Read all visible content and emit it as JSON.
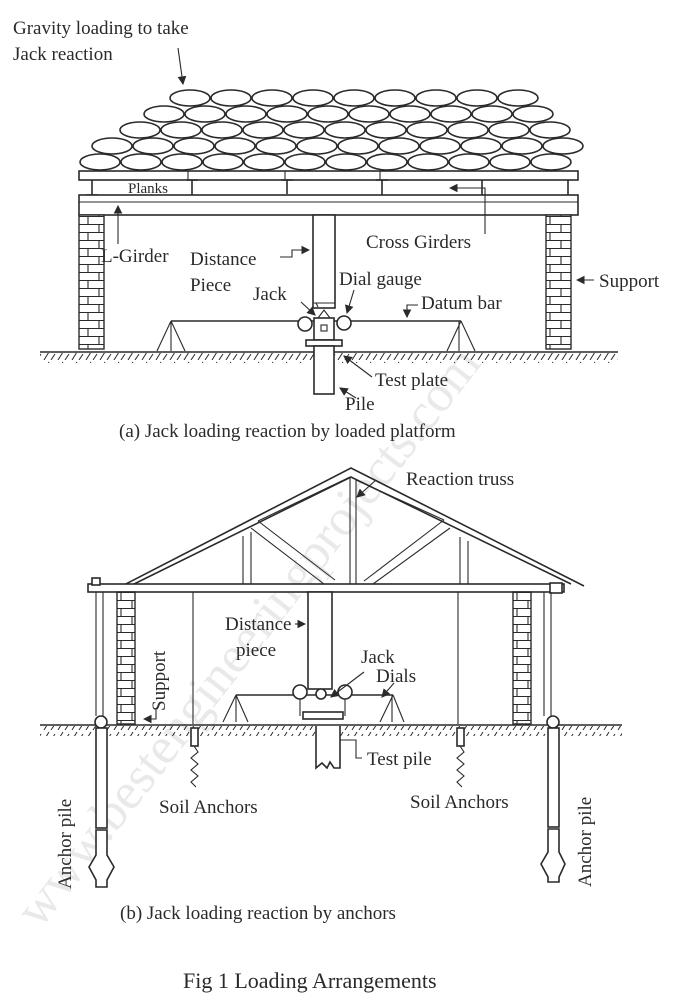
{
  "figure": {
    "title": "Fig 1 Loading Arrangements",
    "watermark": "www.bestengineeringprojects.com"
  },
  "panel_a": {
    "caption": "(a) Jack loading reaction by loaded platform",
    "labels": {
      "gravity_line1": "Gravity loading to take",
      "gravity_line2": "Jack reaction",
      "planks": "Planks",
      "l_girder": "L-Girder",
      "distance_line1": "Distance",
      "distance_line2": "Piece",
      "jack": "Jack",
      "dial_gauge": "Dial gauge",
      "datum_bar": "Datum bar",
      "cross_girders": "Cross Girders",
      "support": "Support",
      "test_plate": "Test plate",
      "pile": "Pile"
    }
  },
  "panel_b": {
    "caption": "(b) Jack loading reaction by anchors",
    "labels": {
      "reaction_truss": "Reaction truss",
      "distance_line1": "Distance",
      "distance_line2": "piece",
      "jack": "Jack",
      "dials": "Dials",
      "support": "Support",
      "test_pile": "Test pile",
      "soil_anchors_left": "Soil Anchors",
      "soil_anchors_right": "Soil Anchors",
      "anchor_pile_left": "Anchor pile",
      "anchor_pile_right": "Anchor pile"
    }
  }
}
